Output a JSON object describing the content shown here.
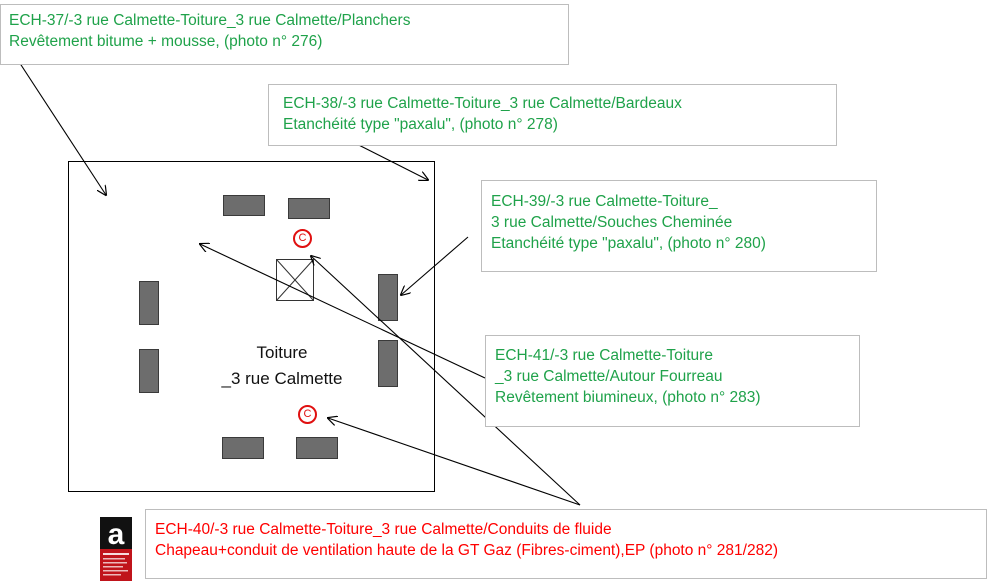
{
  "roof": {
    "line1": "Toiture",
    "line2": "_3 rue Calmette"
  },
  "markers": {
    "c1": "C",
    "c2": "C"
  },
  "callouts": [
    {
      "id": "ECH-37",
      "lines": [
        "ECH-37/-3 rue Calmette-Toiture_3 rue Calmette/Planchers",
        "Revêtement bitume + mousse, (photo n° 276)"
      ]
    },
    {
      "id": "ECH-38",
      "lines": [
        "ECH-38/-3 rue Calmette-Toiture_3 rue Calmette/Bardeaux",
        "Etanchéité type \"paxalu\", (photo n° 278)"
      ]
    },
    {
      "id": "ECH-39",
      "lines": [
        "ECH-39/-3 rue Calmette-Toiture_",
        "3 rue Calmette/Souches Cheminée",
        "Etanchéité type \"paxalu\", (photo n° 280)"
      ]
    },
    {
      "id": "ECH-41",
      "lines": [
        "ECH-41/-3 rue Calmette-Toiture",
        "_3 rue Calmette/Autour Fourreau",
        "Revêtement biumineux, (photo n° 283)"
      ]
    },
    {
      "id": "ECH-40",
      "lines": [
        "ECH-40/-3 rue Calmette-Toiture_3 rue Calmette/Conduits de fluide",
        "Chapeau+conduit de ventilation haute de la GT Gaz (Fibres-ciment),EP (photo n° 281/282)"
      ]
    }
  ],
  "colors": {
    "callout_text": "#1fa24a",
    "warning_text": "#ff0000",
    "block_fill": "#6d6d6d"
  },
  "icons": {
    "logo": "asbestos-warning-logo"
  }
}
